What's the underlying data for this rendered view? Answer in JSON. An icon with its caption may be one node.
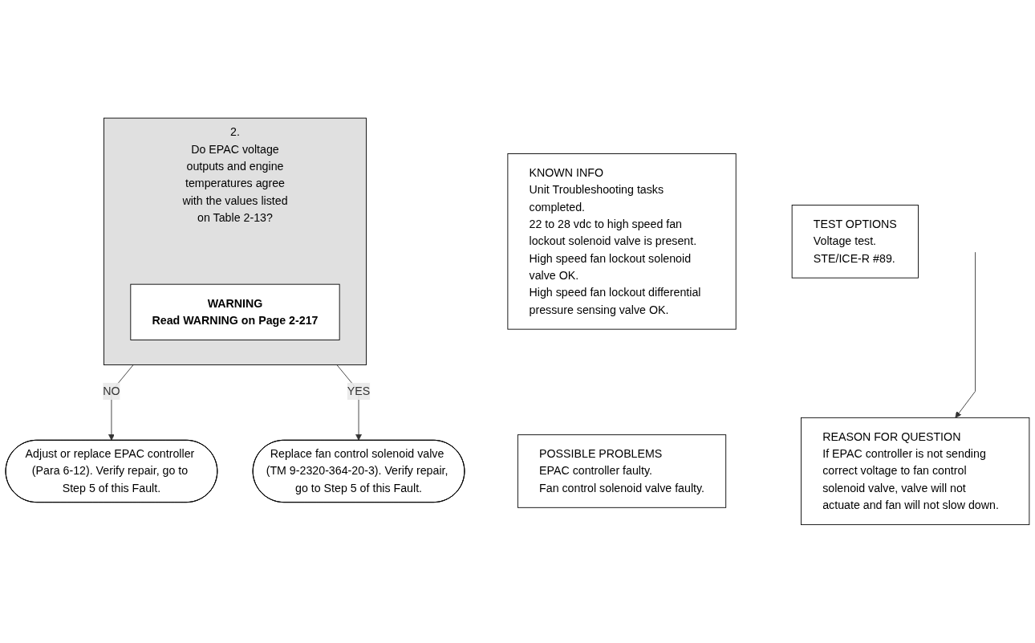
{
  "diagram": {
    "nodes": [
      {
        "text": [
          "KNOWN INFO",
          "Unit Troubleshooting tasks completed.",
          "22 to 28 vdc to high speed fan lockout solenoid valve is present.",
          "High speed fan lockout solenoid valve OK.",
          "High speed fan lockout differential pressure sensing valve OK."
        ]
      },
      {
        "text": [
          "POSSIBLE PROBLEMS",
          "EPAC controller faulty.",
          "Fan control solenoid valve faulty."
        ]
      },
      {
        "text": [
          "2.",
          "Do EPAC voltage outputs and engine temperatures agree with the values listed on Table 2-13?"
        ]
      },
      {
        "text": [
          "WARNING",
          "Read WARNING on Page 2-217"
        ],
        "in": 2
      },
      {
        "text": [
          "TEST OPTIONS",
          "Voltage test.",
          "STE/ICE-R #89."
        ]
      },
      {
        "text": [
          "REASON FOR QUESTION",
          "If EPAC controller is not sending correct voltage to fan control solenoid valve, valve will not actuate and fan will not slow down."
        ]
      },
      {
        "text": [
          "Adjust or replace EPAC controller (Para 6-12). Verify repair, go to Step 5 of this Fault."
        ]
      },
      {
        "text": [
          "Replace fan control solenoid valve (TM 9-2320-364-20-3). Verify repair, go to Step 5 of this Fault."
        ]
      }
    ],
    "edges": [
      {
        "from": 2,
        "to": 6,
        "label": "NO",
        "arrow": "to"
      },
      {
        "from": 2,
        "to": 7,
        "label": "YES",
        "arrow": "to"
      },
      {
        "from": null,
        "to": 5,
        "arrow": "to"
      }
    ]
  }
}
